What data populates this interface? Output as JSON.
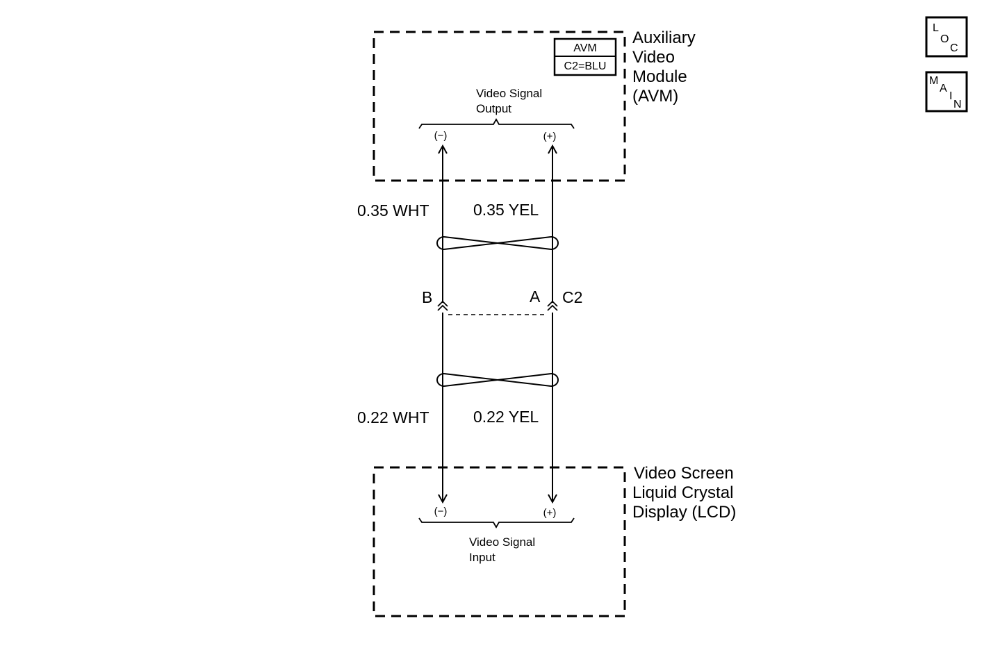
{
  "avm": {
    "name_lines": [
      "Auxiliary",
      "Video",
      "Module",
      "(AVM)"
    ],
    "tag_top": "AVM",
    "tag_bottom": "C2=BLU",
    "signal_lines": [
      "Video Signal",
      "Output"
    ],
    "pin_neg": "(−)",
    "pin_pos": "(+)"
  },
  "wires_upper": {
    "left": "0.35 WHT",
    "right": "0.35 YEL"
  },
  "connector": {
    "left_pin": "B",
    "right_pin": "A",
    "name": "C2"
  },
  "wires_lower": {
    "left": "0.22 WHT",
    "right": "0.22 YEL"
  },
  "lcd": {
    "name_lines": [
      "Video Screen",
      "Liquid Crystal",
      "Display (LCD)"
    ],
    "signal_lines": [
      "Video Signal",
      "Input"
    ],
    "pin_neg": "(−)",
    "pin_pos": "(+)"
  },
  "nav": {
    "loc": [
      "L",
      "O",
      "C"
    ],
    "main": [
      "M",
      "A",
      "I",
      "N"
    ]
  }
}
